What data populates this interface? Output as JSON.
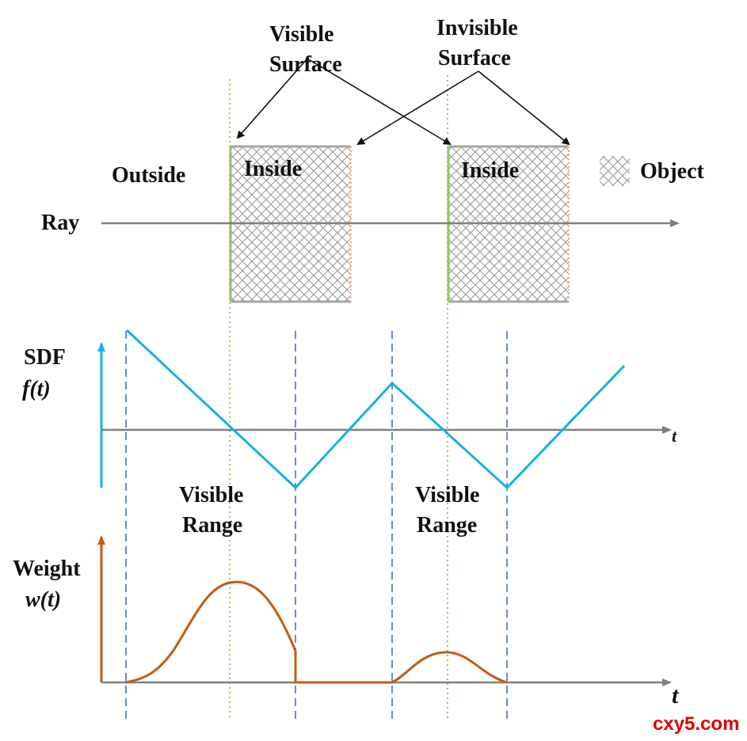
{
  "labels": {
    "visible_surface_line1": "Visible",
    "visible_surface_line2": "Surface",
    "invisible_surface_line1": "Invisible",
    "invisible_surface_line2": "Surface",
    "outside": "Outside",
    "inside_1": "Inside",
    "inside_2": "Inside",
    "object_legend": "Object",
    "ray": "Ray",
    "sdf_line1": "SDF",
    "sdf_line2": "f(t)",
    "sdf_axis_t": "t",
    "visible_range_1_line1": "Visible",
    "visible_range_1_line2": "Range",
    "visible_range_2_line1": "Visible",
    "visible_range_2_line2": "Range",
    "weight_line1": "Weight",
    "weight_line2": "w(t)",
    "weight_axis_t": "t",
    "watermark": "cxy5.com"
  },
  "colors": {
    "axis": "#7f7f7f",
    "sdf_curve": "#16b0e6",
    "sdf_axis_arrow": "#16b0e6",
    "weight_curve": "#c55a11",
    "weight_axis_arrow": "#c55a11",
    "visible_surface": "#8fc760",
    "invisible_surface": "#f4b183",
    "object_border": "#a6a6a6",
    "guide_dashed": "#4472c4",
    "guide_dotted": "#92d050",
    "watermark": "#e00000"
  }
}
